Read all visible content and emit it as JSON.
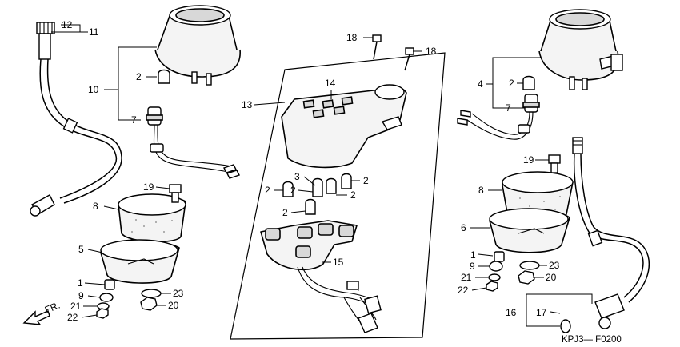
{
  "callouts": {
    "c1": "1",
    "c2": "2",
    "c3": "3",
    "c4": "4",
    "c5": "5",
    "c6": "6",
    "c7": "7",
    "c8": "8",
    "c9": "9",
    "c10": "10",
    "c11": "11",
    "c12": "12",
    "c13": "13",
    "c14": "14",
    "c15": "15",
    "c16": "16",
    "c17": "17",
    "c18": "18",
    "c19": "19",
    "c20": "20",
    "c21": "21",
    "c22": "22",
    "c23": "23"
  },
  "direction_label": "FR.",
  "diagram_code": "KPJ3— F0200"
}
